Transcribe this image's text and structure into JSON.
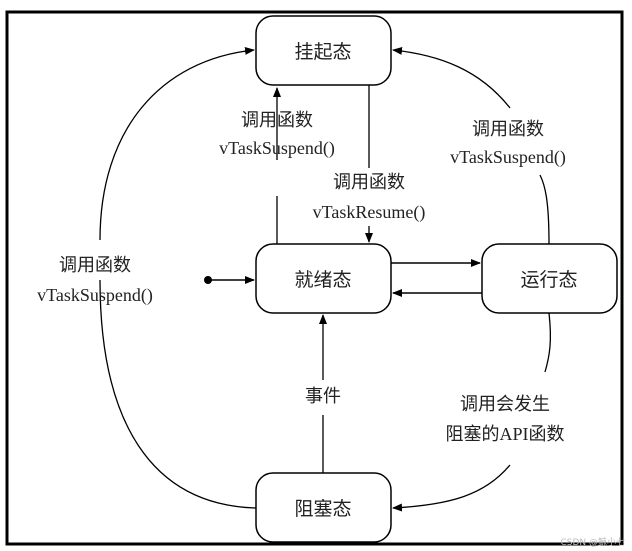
{
  "states": {
    "suspended": "挂起态",
    "ready": "就绪态",
    "running": "运行态",
    "blocked": "阻塞态"
  },
  "labels": {
    "ready_to_suspended": [
      "调用函数",
      "vTaskSuspend()"
    ],
    "suspended_to_ready": [
      "调用函数",
      "vTaskResume()"
    ],
    "running_to_suspended": [
      "调用函数",
      "vTaskSuspend()"
    ],
    "blocked_to_suspended": [
      "调用函数",
      "vTaskSuspend()"
    ],
    "blocked_to_ready": "事件",
    "running_to_blocked": [
      "调用会发生",
      "阻塞的API函数"
    ]
  },
  "watermark": "CSDN @鲸小七"
}
